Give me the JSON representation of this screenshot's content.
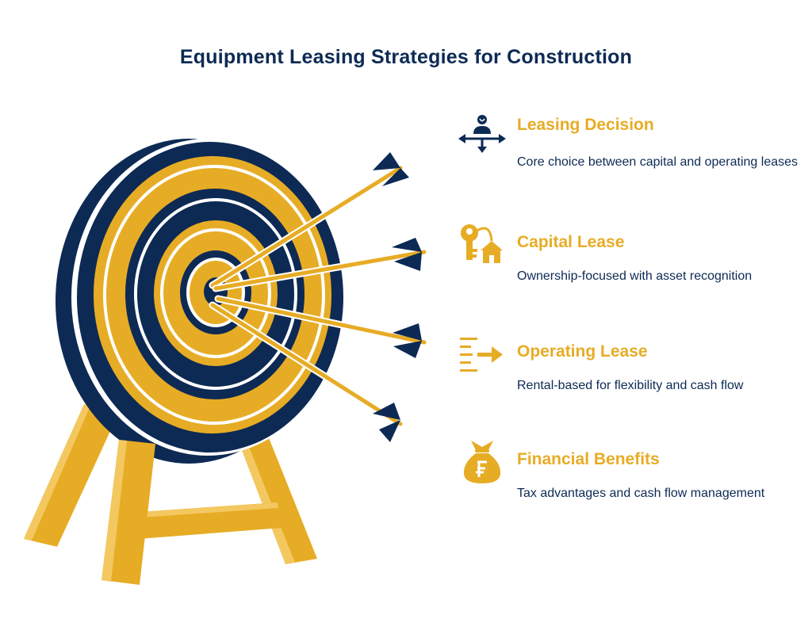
{
  "title": "Equipment Leasing Strategies for Construction",
  "colors": {
    "navy": "#0d2a54",
    "gold": "#e7ac25",
    "white": "#ffffff"
  },
  "items": [
    {
      "icon": "person-decision-arrows-icon",
      "heading": "Leasing Decision",
      "description": "Core choice between capital and operating leases"
    },
    {
      "icon": "key-house-icon",
      "heading": "Capital Lease",
      "description": "Ownership-focused with asset recognition"
    },
    {
      "icon": "list-arrow-icon",
      "heading": "Operating Lease",
      "description": "Rental-based for flexibility and cash flow"
    },
    {
      "icon": "money-bag-icon",
      "heading": "Financial Benefits",
      "description": "Tax advantages and cash flow management"
    }
  ]
}
